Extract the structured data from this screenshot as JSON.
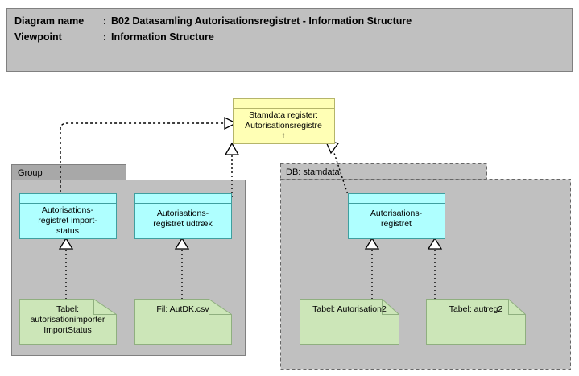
{
  "header": {
    "line1_label": "Diagram name",
    "line1_sep": ":",
    "line1_value": "B02 Datasamling Autorisationsregistret - Information Structure",
    "line2_label": "Viewpoint",
    "line2_sep": ":",
    "line2_value": "Information Structure",
    "bg_color": "#C0C0C0",
    "border_color": "#808080"
  },
  "palette": {
    "group_fill": "#C0C0C0",
    "group_tab_fill": "#A8A8A8",
    "group_border": "#808080",
    "data_object_fill": "#AFFFFF",
    "data_object_border": "#3F9F9F",
    "business_object_fill": "#FFFFB5",
    "business_object_border": "#B5B56A",
    "artifact_fill": "#CCE6B8",
    "artifact_border": "#8FAF7F",
    "connector_color": "#000000",
    "canvas": "#FFFFFF"
  },
  "nodes": {
    "top_object": {
      "name": "stamdata-register-autorisationsregistret",
      "label": "Stamdata register: Autorisationsregistret",
      "lines": [
        "Stamdata register:",
        "Autorisationsregistre",
        "t"
      ],
      "type": "business-object"
    },
    "import_status": {
      "name": "autorisationsregistret-import-status",
      "label": "Autorisations-registret import-status",
      "lines": [
        "Autorisations-",
        "registret import-",
        "status"
      ],
      "type": "data-object"
    },
    "udtraek": {
      "name": "autorisationsregistret-udtraek",
      "label": "Autorisations-registret udtræk",
      "lines": [
        "Autorisations-",
        "registret udtræk"
      ],
      "type": "data-object"
    },
    "autorisationsregistret": {
      "name": "autorisationsregistret",
      "label": "Autorisations-registret",
      "lines": [
        "Autorisations-",
        "registret"
      ],
      "type": "data-object"
    }
  },
  "groups": [
    {
      "name": "group-left",
      "label": "Group",
      "border_style": "solid"
    },
    {
      "name": "group-right",
      "label": "DB: stamdata",
      "border_style": "dashed"
    }
  ],
  "artifacts": [
    {
      "name": "tabel-autorisationimporter-importstatus",
      "label": "Tabel: autorisationimporter ImportStatus",
      "lines": [
        "Tabel:",
        "autorisationimporter",
        "ImportStatus"
      ]
    },
    {
      "name": "fil-autdk-csv",
      "label": "Fil: AutDK.csv",
      "lines": [
        "Fil: AutDK.csv"
      ]
    },
    {
      "name": "tabel-autorisation2",
      "label": "Tabel: Autorisation2",
      "lines": [
        "Tabel: Autorisation2"
      ]
    },
    {
      "name": "tabel-autreg2",
      "label": "Tabel: autreg2",
      "lines": [
        "Tabel: autreg2"
      ]
    }
  ],
  "connectors": [
    {
      "name": "import-status-to-top-object",
      "style": "dotted",
      "arrow": "hollow-triangle"
    },
    {
      "name": "udtraek-to-top-object",
      "style": "dotted",
      "arrow": "hollow-triangle"
    },
    {
      "name": "top-object-to-db-stamdata",
      "style": "dotted",
      "arrow": "hollow-triangle"
    },
    {
      "name": "tabel-importstatus-to-import-status",
      "style": "dotted",
      "arrow": "hollow-triangle"
    },
    {
      "name": "fil-autdk-to-udtraek",
      "style": "dotted",
      "arrow": "hollow-triangle"
    },
    {
      "name": "tabel-autorisation2-to-autorisationsregistret",
      "style": "dotted",
      "arrow": "hollow-triangle"
    },
    {
      "name": "tabel-autreg2-to-autorisationsregistret",
      "style": "dotted",
      "arrow": "hollow-triangle"
    }
  ]
}
